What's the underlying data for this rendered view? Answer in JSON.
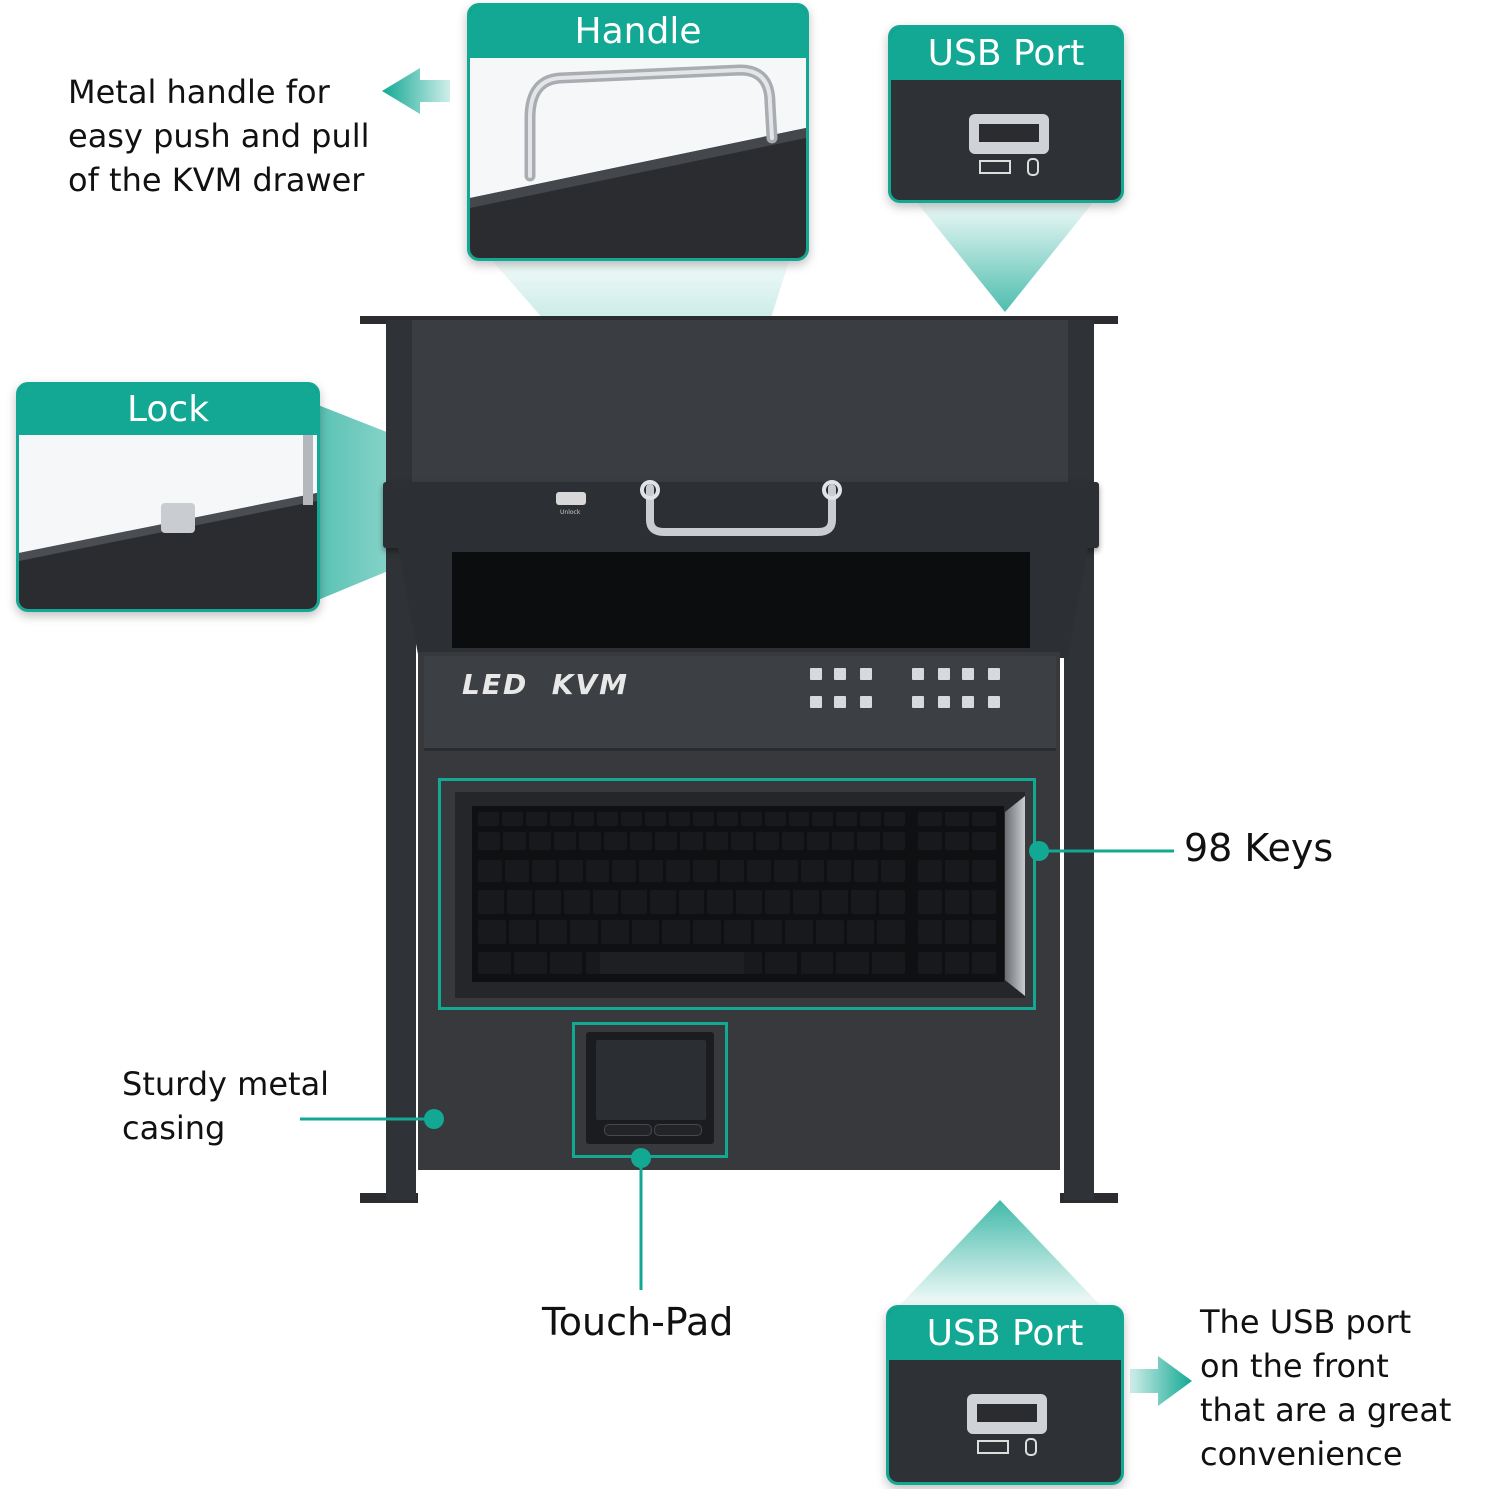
{
  "callouts": {
    "handle": {
      "title": "Handle"
    },
    "usb_top": {
      "title": "USB Port"
    },
    "lock": {
      "title": "Lock"
    },
    "usb_bottom": {
      "title": "USB Port"
    }
  },
  "annotations": {
    "handle_desc": [
      "Metal handle for",
      "easy push and pull",
      "of the KVM drawer"
    ],
    "keys": "98 Keys",
    "casing": [
      "Sturdy metal",
      "casing"
    ],
    "touchpad": "Touch-Pad",
    "usb_desc": [
      "The USB port",
      "on the front",
      "that are a great",
      "convenience"
    ]
  },
  "device": {
    "brand_label": "LED  KVM",
    "lock_label": "Unlock"
  },
  "colors": {
    "accent": "#12a893",
    "casing": "#33363b",
    "background": "#ffffff"
  },
  "icons": [
    "arrow-left-icon",
    "arrow-right-icon",
    "usb-port-icon",
    "keyboard-icon",
    "mouse-icon"
  ]
}
